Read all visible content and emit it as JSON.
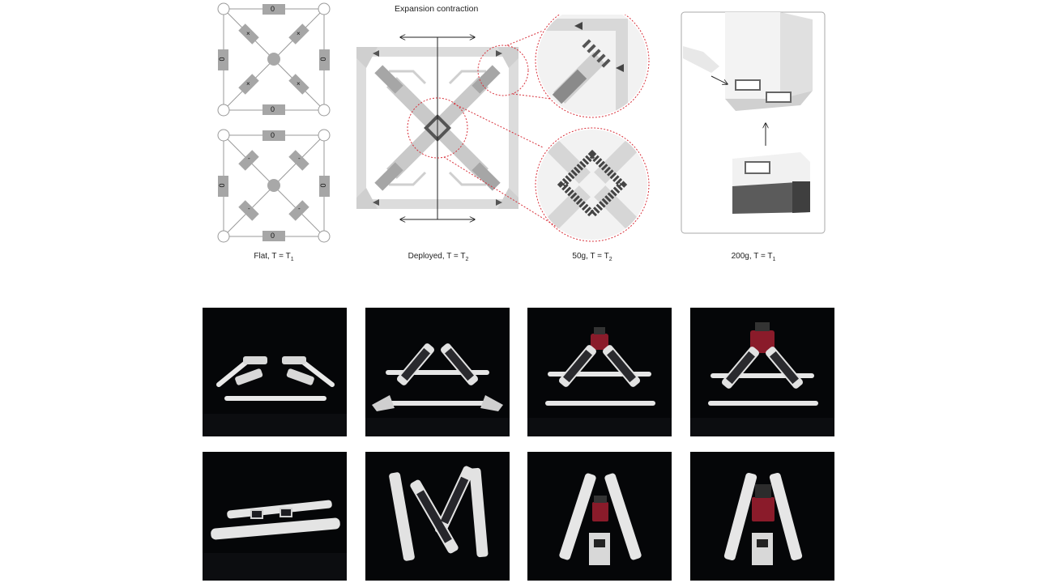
{
  "diagram": {
    "title": "Expansion contraction",
    "captions": {
      "flat": {
        "label": "Flat, T = T",
        "sub": "1"
      },
      "deployed": {
        "label": "Deployed, T = T",
        "sub": "2"
      },
      "load_50g": {
        "label": "50g, T = T",
        "sub": "2"
      },
      "load_200g": {
        "label": "200g, T = T",
        "sub": "1"
      }
    },
    "flat_schematic_top": {
      "bar_labels": [
        "0",
        "0",
        "0",
        "0"
      ],
      "diag_labels": [
        "×",
        "×",
        "×",
        "×"
      ]
    },
    "flat_schematic_bottom": {
      "bar_labels": [
        "0",
        "0",
        "0",
        "0"
      ],
      "diag_labels": [
        "-",
        "-",
        "-",
        "-"
      ]
    },
    "colors": {
      "gray_light": "#d9d9d9",
      "gray_mid": "#a6a6a6",
      "gray_dark": "#6d6d6d",
      "red_dotted": "#d8323c",
      "photo_bg": "#050608",
      "accent_red": "#8a1b2a"
    }
  },
  "photos": {
    "row1": [
      "photo-flat-front",
      "photo-deployed-front",
      "photo-50g-front",
      "photo-200g-front"
    ],
    "row2": [
      "photo-flat-top",
      "photo-folding-top",
      "photo-50g-top",
      "photo-200g-top"
    ]
  }
}
